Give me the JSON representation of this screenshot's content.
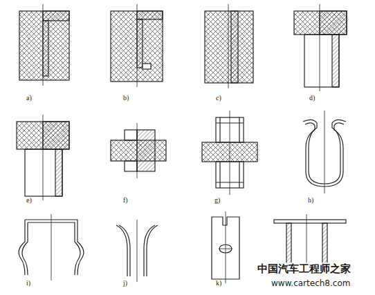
{
  "diagram": {
    "labels": [
      "a)",
      "b)",
      "c)",
      "d)",
      "e)",
      "f)",
      "g)",
      "h)",
      "i)",
      "j)",
      "k)",
      "中国汽车工程师之家",
      "www.cartech8.com"
    ]
  }
}
